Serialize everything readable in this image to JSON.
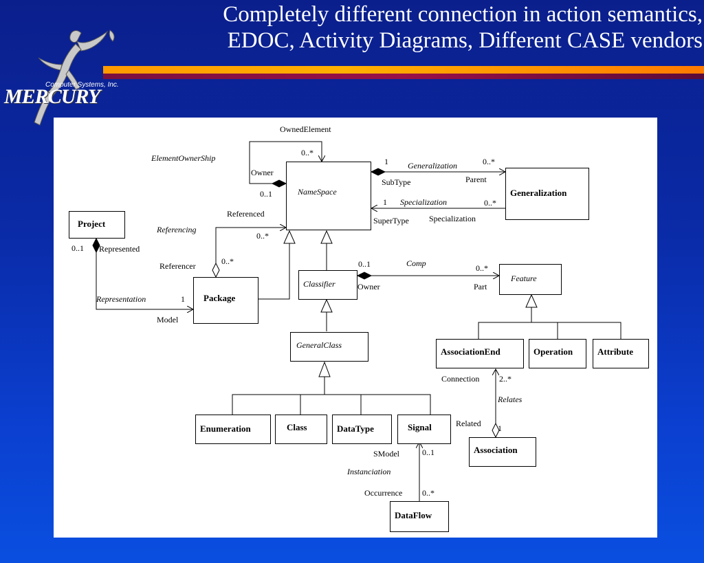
{
  "slide": {
    "title_line1": "Completely different connection in action semantics,",
    "title_line2": "EDOC, Activity Diagrams, Different CASE vendors"
  },
  "logo": {
    "brand": "MERCURY",
    "tagline": "Computer Systems, Inc."
  },
  "colors": {
    "background": "#0b2ea8",
    "rule_orange": "#ff9a00",
    "rule_maroon": "#7a1040"
  },
  "diagram": {
    "classes": {
      "namespace": "NameSpace",
      "generalization": "Generalization",
      "project": "Project",
      "package": "Package",
      "classifier": "Classifier",
      "feature": "Feature",
      "general_class": "GeneralClass",
      "association_end": "AssociationEnd",
      "operation": "Operation",
      "attribute": "Attribute",
      "enumeration": "Enumeration",
      "class": "Class",
      "data_type": "DataType",
      "signal": "Signal",
      "association": "Association",
      "data_flow": "DataFlow"
    },
    "labels": {
      "owned_element": "OwnedElement",
      "element_ownership": "ElementOwnerShip",
      "mult_0_star_top": "0..*",
      "owner": "Owner",
      "mult_0_1_owner": "0..1",
      "gen_1": "1",
      "generalization_assoc": "Generalization",
      "gen_0_star": "0..*",
      "subtype": "SubType",
      "parent": "Parent",
      "spec_1": "1",
      "specialization_assoc": "Specialization",
      "spec_0_star": "0..*",
      "supertype": "SuperType",
      "specialization_role": "Specialization",
      "referenced": "Referenced",
      "referencing": "Referencing",
      "ref_0_star_top": "0..*",
      "referencer": "Referencer",
      "ref_0_star_pkg": "0..*",
      "project_0_1": "0..1",
      "represented": "Represented",
      "representation": "Representation",
      "repr_1": "1",
      "model": "Model",
      "comp_0_1": "0..1",
      "comp": "Comp",
      "comp_0_star": "0..*",
      "comp_owner": "Owner",
      "part": "Part",
      "connection": "Connection",
      "mult_2_star": "2..*",
      "relates": "Relates",
      "related": "Related",
      "related_1": "1",
      "smodel": "SModel",
      "smodel_0_1": "0..1",
      "instanciation": "Instanciation",
      "occurrence": "Occurrence",
      "occ_0_star": "0..*"
    }
  }
}
